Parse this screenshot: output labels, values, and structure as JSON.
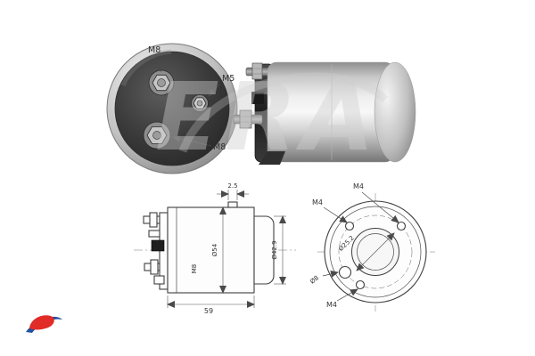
{
  "watermark": {
    "text": "ERA"
  },
  "front_view": {
    "labels": {
      "m8_top": "M8",
      "m5_center": "M5",
      "m8_bottom": "M8"
    }
  },
  "side_view": {
    "dims": {
      "rib_width": "2.5",
      "body_diameter": "Ø54",
      "cover_diameter": "Ø42.9",
      "overall_length": "59",
      "stud_thread": "M8"
    }
  },
  "rear_view": {
    "dims": {
      "m4_upper_left": "M4",
      "m4_upper_right": "M4",
      "m4_lower": "M4",
      "boss_diameter": "Ø25.2",
      "hole_diameter": "Ø8"
    }
  },
  "colors": {
    "line": "#4a4a4a",
    "label": "#2e2e2e",
    "watermark": "#cfcfcf",
    "brand_red": "#e02b27",
    "brand_blue": "#24509e",
    "photo_metal_light": "#f2f2f2",
    "photo_metal_dark": "#7d7d7d",
    "face_dark": "#2f2f2f"
  }
}
